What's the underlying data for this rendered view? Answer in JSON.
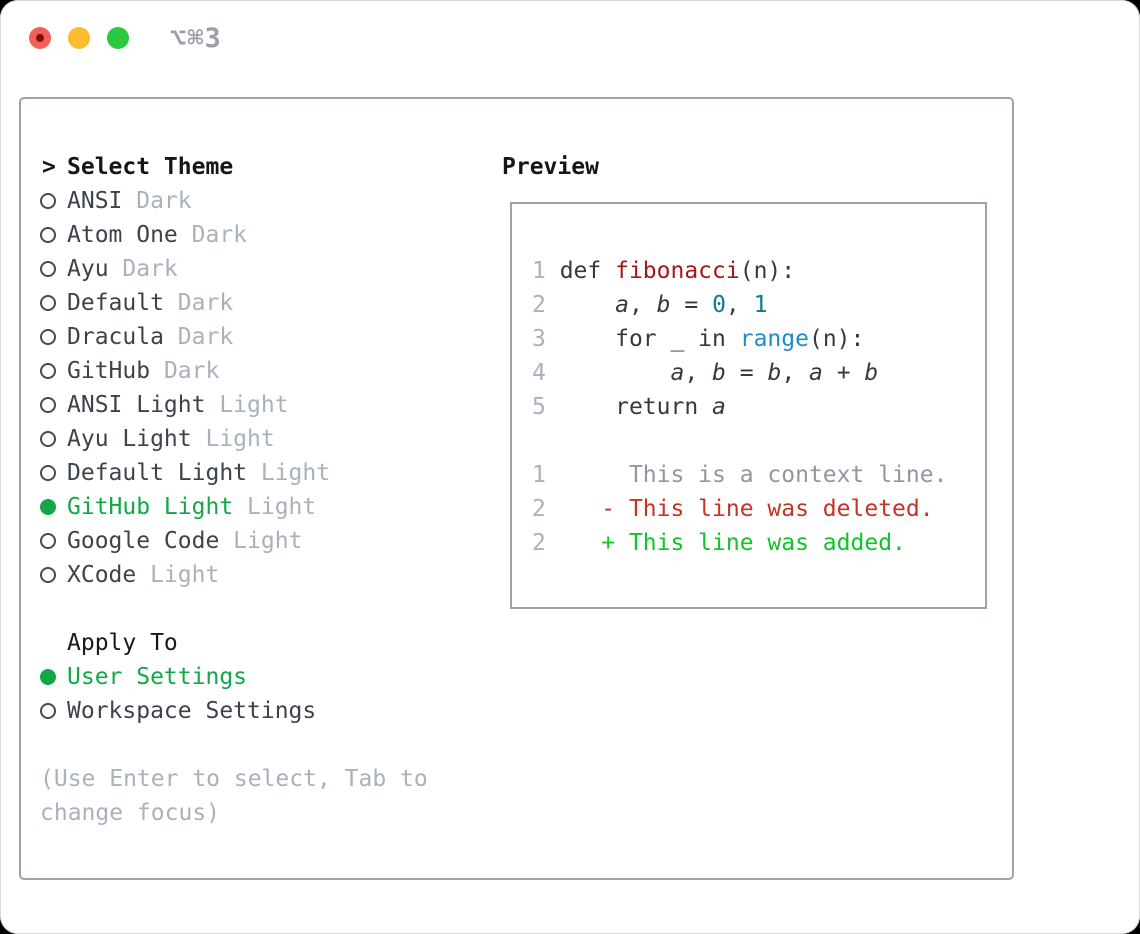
{
  "window": {
    "shortcut": "⌥⌘3",
    "traffic_lights": [
      "close",
      "minimize",
      "zoom"
    ]
  },
  "theme_panel": {
    "prompt": ">",
    "title": "Select Theme",
    "items": [
      {
        "name": "ANSI",
        "variant": "Dark",
        "selected": false
      },
      {
        "name": "Atom One",
        "variant": "Dark",
        "selected": false
      },
      {
        "name": "Ayu",
        "variant": "Dark",
        "selected": false
      },
      {
        "name": "Default",
        "variant": "Dark",
        "selected": false
      },
      {
        "name": "Dracula",
        "variant": "Dark",
        "selected": false
      },
      {
        "name": "GitHub",
        "variant": "Dark",
        "selected": false
      },
      {
        "name": "ANSI Light",
        "variant": "Light",
        "selected": false
      },
      {
        "name": "Ayu Light",
        "variant": "Light",
        "selected": false
      },
      {
        "name": "Default Light",
        "variant": "Light",
        "selected": false
      },
      {
        "name": "GitHub Light",
        "variant": "Light",
        "selected": true
      },
      {
        "name": "Google Code",
        "variant": "Light",
        "selected": false
      },
      {
        "name": "XCode",
        "variant": "Light",
        "selected": false
      }
    ],
    "apply_to": {
      "title": "Apply To",
      "options": [
        {
          "label": "User Settings",
          "selected": true
        },
        {
          "label": "Workspace Settings",
          "selected": false
        }
      ]
    },
    "hint_lines": [
      "(Use Enter to select, Tab to",
      "change focus)"
    ]
  },
  "preview": {
    "title": "Preview",
    "lines": [
      {
        "num": "1",
        "tokens": [
          {
            "t": "def "
          },
          {
            "t": "fibonacci",
            "c": "func"
          },
          {
            "t": "(n):"
          }
        ]
      },
      {
        "num": "2",
        "tokens": [
          {
            "t": "    "
          },
          {
            "t": "a",
            "c": "var"
          },
          {
            "t": ", "
          },
          {
            "t": "b",
            "c": "var"
          },
          {
            "t": " = "
          },
          {
            "t": "0",
            "c": "lit"
          },
          {
            "t": ", "
          },
          {
            "t": "1",
            "c": "lit"
          }
        ]
      },
      {
        "num": "3",
        "tokens": [
          {
            "t": "    for _ in "
          },
          {
            "t": "range",
            "c": "call"
          },
          {
            "t": "(n):"
          }
        ]
      },
      {
        "num": "4",
        "tokens": [
          {
            "t": "        "
          },
          {
            "t": "a",
            "c": "var"
          },
          {
            "t": ", "
          },
          {
            "t": "b",
            "c": "var"
          },
          {
            "t": " = "
          },
          {
            "t": "b",
            "c": "var"
          },
          {
            "t": ", "
          },
          {
            "t": "a",
            "c": "var"
          },
          {
            "t": " + "
          },
          {
            "t": "b",
            "c": "var"
          }
        ]
      },
      {
        "num": "5",
        "tokens": [
          {
            "t": "    return "
          },
          {
            "t": "a",
            "c": "var"
          }
        ]
      },
      {
        "num": "",
        "tokens": []
      },
      {
        "num": "1",
        "tokens": [
          {
            "t": "     This is a context line.",
            "c": "ctx"
          }
        ]
      },
      {
        "num": "2",
        "tokens": [
          {
            "t": "   - This line was deleted.",
            "c": "del"
          }
        ]
      },
      {
        "num": "2",
        "tokens": [
          {
            "t": "   + This line was added.",
            "c": "add"
          }
        ]
      }
    ]
  },
  "colors": {
    "selection_green": "#12a848",
    "added_green": "#12c32a",
    "deleted_red": "#c43425",
    "function_red": "#a31919",
    "literal_teal": "#0d7d8a",
    "call_blue": "#1f8ccc",
    "muted_gray": "#a9b1bd",
    "text_dark": "#3d434a",
    "border_gray": "#9aa3ae",
    "traffic_red": "#f2605a",
    "traffic_yellow": "#fdbc2e",
    "traffic_green": "#2bc840"
  }
}
